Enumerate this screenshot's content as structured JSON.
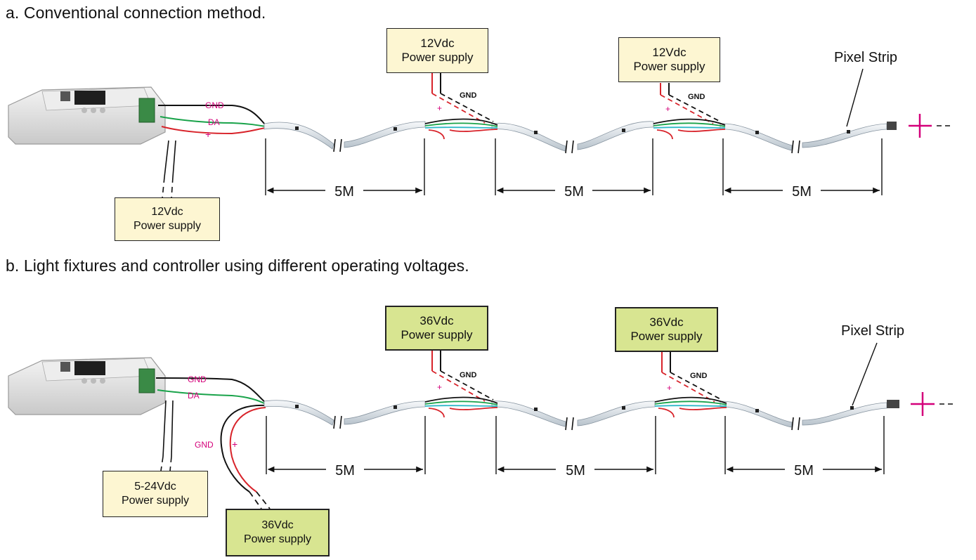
{
  "section_a": {
    "heading": "a.  Conventional connection method.",
    "controller_wires": {
      "gnd": "GND",
      "da": "DA",
      "plus": "+"
    },
    "controller_psu": {
      "line1": "12Vdc",
      "line2": "Power supply"
    },
    "strip_psus": [
      {
        "line1": "12Vdc",
        "line2": "Power supply"
      },
      {
        "line1": "12Vdc",
        "line2": "Power supply"
      }
    ],
    "injection_labels": {
      "gnd": "GND",
      "plus": "+"
    },
    "segment_lengths": [
      "5M",
      "5M",
      "5M"
    ],
    "strip_label": "Pixel Strip"
  },
  "section_b": {
    "heading": "b.  Light fixtures and controller using different operating voltages.",
    "controller_wires": {
      "gnd": "GND",
      "da": "DA"
    },
    "controller_psu": {
      "line1": "5-24Vdc",
      "line2": "Power supply"
    },
    "fixture_wires": {
      "gnd": "GND",
      "plus": "+"
    },
    "fixture_psu": {
      "line1": "36Vdc",
      "line2": "Power supply"
    },
    "strip_psus": [
      {
        "line1": "36Vdc",
        "line2": "Power supply"
      },
      {
        "line1": "36Vdc",
        "line2": "Power supply"
      }
    ],
    "injection_labels": {
      "gnd": "GND",
      "plus": "+"
    },
    "segment_lengths": [
      "5M",
      "5M",
      "5M"
    ],
    "strip_label": "Pixel Strip"
  },
  "colors": {
    "label_magenta": "#d4007a",
    "wire_red": "#d8232a",
    "wire_green": "#19a34a",
    "wire_cyan": "#2fb8c8",
    "wire_black": "#111111",
    "psu_cream": "#fdf6d2",
    "psu_green": "#d8e591"
  },
  "icons": [
    "controller-icon",
    "pixel-strip-icon",
    "continuation-cross-icon"
  ]
}
